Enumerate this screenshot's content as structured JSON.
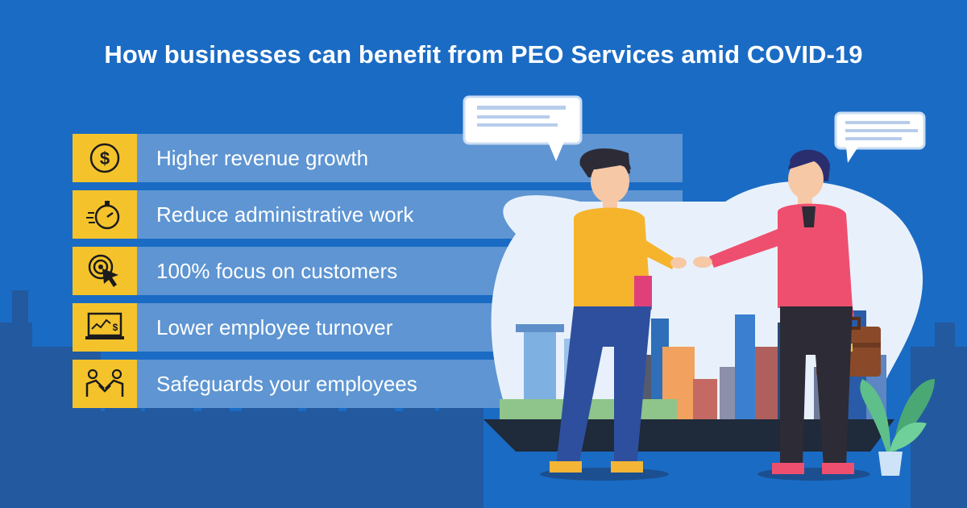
{
  "title": "How businesses can benefit from PEO Services amid COVID-19",
  "benefits": [
    {
      "label": "Higher revenue growth",
      "icon": "dollar-coin-icon"
    },
    {
      "label": "Reduce administrative work",
      "icon": "stopwatch-icon"
    },
    {
      "label": "100% focus on customers",
      "icon": "target-cursor-icon"
    },
    {
      "label": "Lower employee turnover",
      "icon": "laptop-chart-icon"
    },
    {
      "label": "Safeguards your employees",
      "icon": "handshake-icon"
    }
  ],
  "colors": {
    "background": "#1a6bc4",
    "row": "#5e95d2",
    "icon_tile": "#f4c32c",
    "skyline": "#1f5ea8"
  }
}
